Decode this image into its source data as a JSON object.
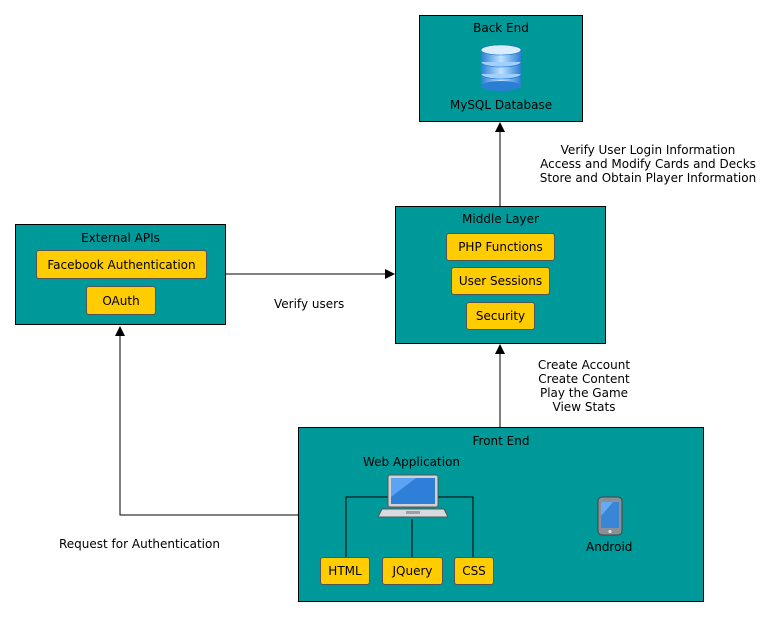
{
  "back_end": {
    "title": "Back End",
    "db_label": "MySQL Database"
  },
  "middle_layer": {
    "title": "Middle Layer",
    "items": [
      "PHP Functions",
      "User Sessions",
      "Security"
    ]
  },
  "external_apis": {
    "title": "External APIs",
    "items": [
      "Facebook Authentication",
      "OAuth"
    ]
  },
  "front_end": {
    "title": "Front End",
    "web_app_label": "Web Application",
    "web_items": [
      "HTML",
      "JQuery",
      "CSS"
    ],
    "android_label": "Android"
  },
  "edges": {
    "middle_to_backend": [
      "Verify User Login Information",
      "Access and Modify Cards and Decks",
      "Store and Obtain Player Information"
    ],
    "external_to_middle": "Verify users",
    "front_to_middle": [
      "Create Account",
      "Create Content",
      "Play the Game",
      "View Stats"
    ],
    "front_to_external": "Request for Authentication"
  },
  "colors": {
    "box_fill": "#009999",
    "pill_fill": "#ffcc00",
    "line": "#000000"
  },
  "icons": {
    "database": "database-icon",
    "laptop": "laptop-icon",
    "phone": "smartphone-icon"
  }
}
